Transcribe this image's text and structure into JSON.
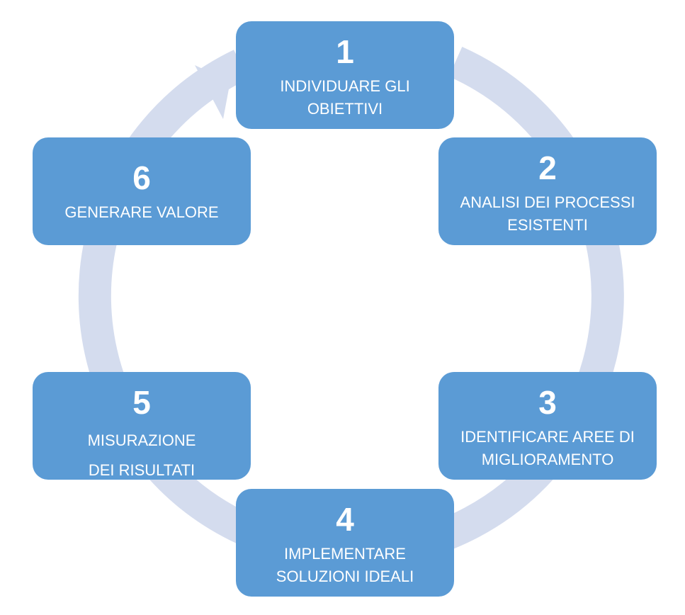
{
  "steps": [
    {
      "number": "1",
      "label": "INDIVIDUARE GLI\nOBIETTIVI"
    },
    {
      "number": "2",
      "label": "ANALISI DEI PROCESSI\nESISTENTI"
    },
    {
      "number": "3",
      "label": "IDENTIFICARE AREE DI\nMIGLIORAMENTO"
    },
    {
      "number": "4",
      "label": "IMPLEMENTARE\nSOLUZIONI IDEALI"
    },
    {
      "number": "5",
      "label": "MISURAZIONE\nDEI RISULTATI"
    },
    {
      "number": "6",
      "label": "GENERARE VALORE"
    }
  ],
  "colors": {
    "box_fill": "#5b9bd5",
    "ring_fill": "#d4dcee",
    "text": "#ffffff"
  }
}
